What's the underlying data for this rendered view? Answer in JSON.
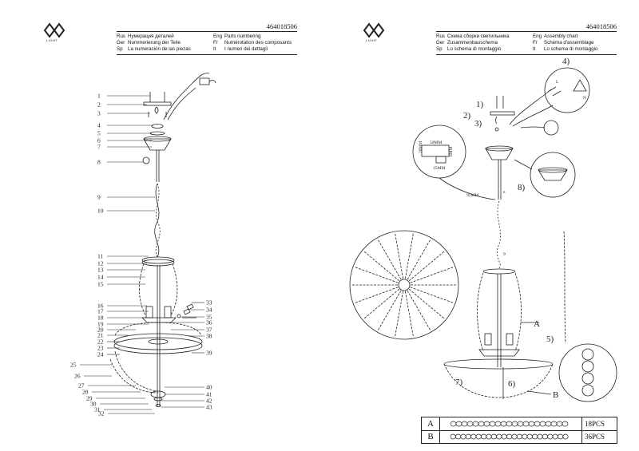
{
  "brand": {
    "logo_text": "LIGHT"
  },
  "left_page": {
    "code": "464018506",
    "header": [
      {
        "lang1": "Rus",
        "text1": "Нумерация деталей",
        "lang2": "Eng",
        "text2": "Parts numbering"
      },
      {
        "lang1": "Ger",
        "text1": "Nummerierung der Teile",
        "lang2": "Fr",
        "text2": "Numérotation des composants"
      },
      {
        "lang1": "Sp",
        "text1": "La numeración de las piezas",
        "lang2": "It",
        "text2": "I numeri dei dettagli"
      }
    ],
    "callouts_left": [
      "1",
      "2",
      "3",
      "4",
      "5",
      "6",
      "7",
      "8",
      "9",
      "10",
      "11",
      "12",
      "13",
      "14",
      "15",
      "16",
      "17",
      "18",
      "19",
      "20",
      "21",
      "22",
      "23",
      "24",
      "25",
      "26",
      "27",
      "28",
      "29",
      "30",
      "31",
      "32"
    ],
    "callouts_right": [
      "33",
      "34",
      "35",
      "36",
      "37",
      "38",
      "39",
      "40",
      "41",
      "42",
      "43"
    ]
  },
  "right_page": {
    "code": "464018506",
    "header": [
      {
        "lang1": "Rus",
        "text1": "Схема сборки светильника",
        "lang2": "Eng",
        "text2": "Assembly chart"
      },
      {
        "lang1": "Ger",
        "text1": "Zusammenbauschema",
        "lang2": "Fr",
        "text2": "Schéma d'assemblage"
      },
      {
        "lang1": "Sp",
        "text1": "Lo schema di montaggio",
        "lang2": "It",
        "text2": "Lo schema di montaggio"
      }
    ],
    "steps": [
      "1)",
      "2)",
      "3)",
      "4)",
      "5)",
      "6)",
      "7)",
      "8)"
    ],
    "dims": {
      "width": "50MM",
      "height": "20MM",
      "inner_w": "15MM",
      "inner_h": "6MM",
      "length": "95MM"
    },
    "labels": {
      "a": "A",
      "b": "B",
      "l": "L",
      "n": "N",
      "e": "e",
      "nine": "9"
    },
    "table": [
      {
        "label": "A",
        "qty": "18PCS"
      },
      {
        "label": "B",
        "qty": "36PCS"
      }
    ]
  }
}
